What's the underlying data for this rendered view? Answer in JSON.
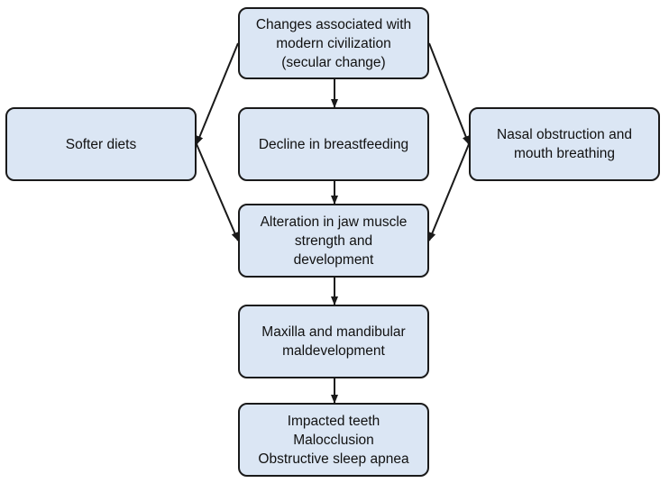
{
  "colors": {
    "node_fill": "#dbe6f4",
    "node_border": "#1a1a1a",
    "arrow": "#1a1a1a",
    "background": "#ffffff"
  },
  "nodes": {
    "modern": {
      "lines": [
        "Changes associated with",
        "modern civilization",
        "(secular change)"
      ]
    },
    "softer": {
      "lines": [
        "Softer diets"
      ]
    },
    "breastfeeding": {
      "lines": [
        "Decline in breastfeeding"
      ]
    },
    "nasal": {
      "lines": [
        "Nasal obstruction and",
        "mouth breathing"
      ]
    },
    "jaw": {
      "lines": [
        "Alteration in jaw muscle",
        "strength and",
        "development"
      ]
    },
    "maxilla": {
      "lines": [
        "Maxilla and mandibular",
        "maldevelopment"
      ]
    },
    "outcomes": {
      "lines": [
        "Impacted teeth",
        "Malocclusion",
        "Obstructive sleep apnea"
      ]
    }
  },
  "edges": [
    {
      "from": "modern",
      "to": "softer"
    },
    {
      "from": "modern",
      "to": "breastfeeding"
    },
    {
      "from": "modern",
      "to": "nasal"
    },
    {
      "from": "softer",
      "to": "jaw"
    },
    {
      "from": "breastfeeding",
      "to": "jaw"
    },
    {
      "from": "nasal",
      "to": "jaw"
    },
    {
      "from": "jaw",
      "to": "maxilla"
    },
    {
      "from": "maxilla",
      "to": "outcomes"
    }
  ]
}
